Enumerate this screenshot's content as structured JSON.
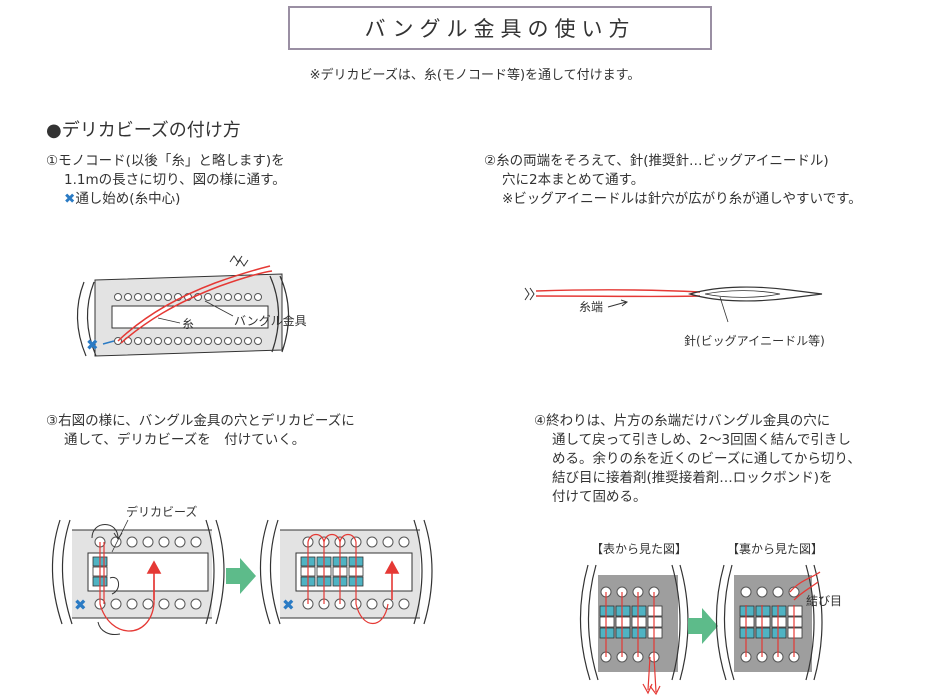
{
  "title": "バングル金具の使い方",
  "note": "※デリカビーズは、糸(モノコード等)を通して付けます。",
  "section_title": "●デリカビーズの付け方",
  "steps": {
    "s1": {
      "line1": "①モノコード(以後「糸」と略します)を",
      "line2": "1.1mの長さに切り、図の様に通す。",
      "start_mark": "✖",
      "start_text": "通し始め(糸中心)",
      "label_thread": "糸",
      "label_bangle": "バングル金具"
    },
    "s2": {
      "line1": "②糸の両端をそろえて、針(推奨針…ビッグアイニードル)",
      "line2": "穴に2本まとめて通す。",
      "line3": "※ビッグアイニードルは針穴が広がり糸が通しやすいです。",
      "label_ends": "糸端",
      "label_needle": "針(ビッグアイニードル等)"
    },
    "s3": {
      "line1": "③右図の様に、バングル金具の穴とデリカビーズに",
      "line2": "通して、デリカビーズを　付けていく。",
      "label_beads": "デリカビーズ"
    },
    "s4": {
      "line1": "④終わりは、片方の糸端だけバングル金具の穴に",
      "line2": "通して戻って引きしめ、2〜3回固く結んで引きし",
      "line3": "める。余りの糸を近くのビーズに通してから切り、",
      "line4": "結び目に接着剤(推奨接着剤…ロックボンド)を",
      "line5": "付けて固める。",
      "label_front": "【表から見た図】",
      "label_back": "【裏から見た図】",
      "label_knot": "結び目"
    }
  },
  "colors": {
    "thread": "#e53935",
    "metal": "#e3e3e3",
    "metal_back": "#9e9e9e",
    "bead": "#4fb3c3",
    "start_mark": "#2b7bc4",
    "arrow": "#5dbb8a",
    "border": "#9a8fa3"
  }
}
